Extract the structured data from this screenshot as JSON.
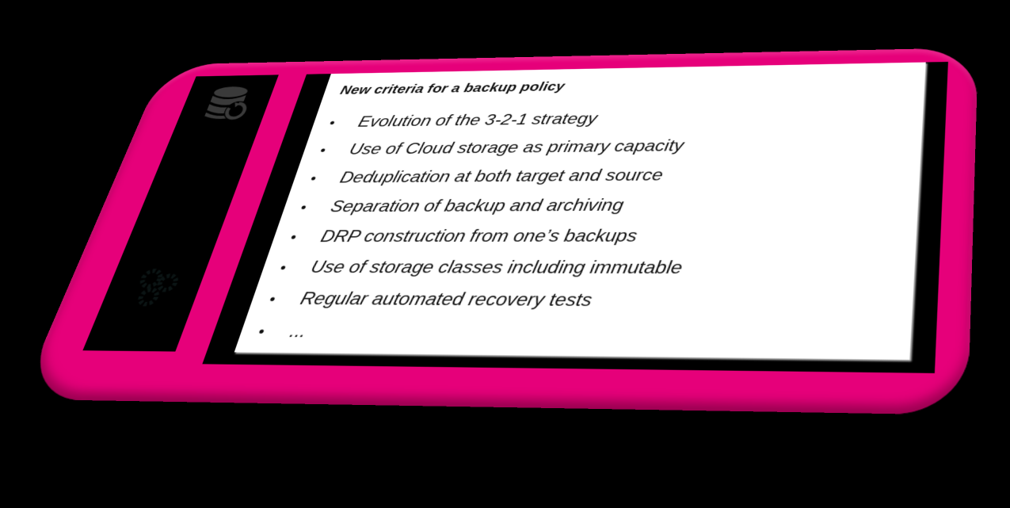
{
  "slide": {
    "title": "New criteria for a backup policy",
    "bullets": [
      "Evolution of the 3-2-1 strategy",
      "Use of Cloud storage as primary capacity",
      "Deduplication at both target and source",
      "Separation of backup and archiving",
      "DRP construction from one’s backups",
      "Use of storage classes including immutable",
      "Regular automated recovery tests",
      "..."
    ],
    "bullet_glyph": "•"
  },
  "sidebar": {
    "icons": [
      "database-restore-icon",
      "gears-icon"
    ]
  },
  "colors": {
    "frame": "#e6007a",
    "panel": "#000000",
    "slide": "#ffffff",
    "icon": "#3a3a3a"
  }
}
